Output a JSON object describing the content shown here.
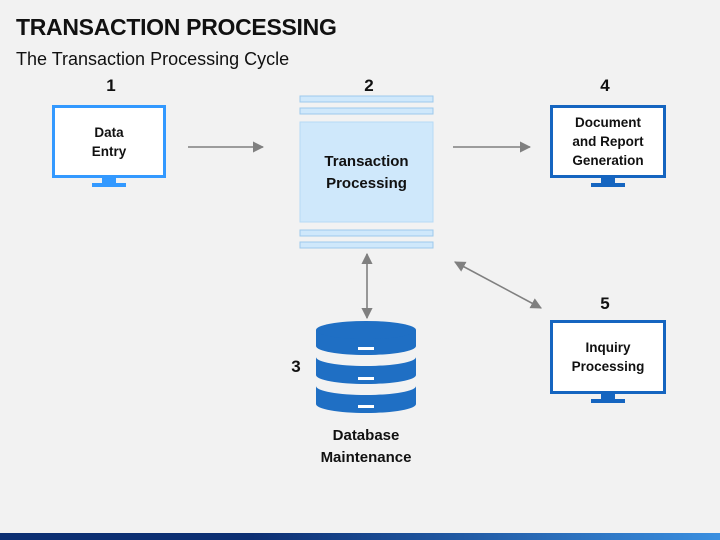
{
  "header": {
    "title": "TRANSACTION PROCESSING",
    "subtitle": "The Transaction Processing Cycle"
  },
  "nodes": {
    "data_entry": {
      "number": "1",
      "label": "Data Entry",
      "color": "#3399ff"
    },
    "transaction_processing": {
      "number": "2",
      "label": "Transaction Processing",
      "color": "#cfe8fb"
    },
    "database_maintenance": {
      "number": "3",
      "label": "Database Maintenance",
      "color": "#1f6fc4"
    },
    "document_report": {
      "number": "4",
      "label": "Document and Report Generation",
      "color": "#1565c0"
    },
    "inquiry_processing": {
      "number": "5",
      "label": "Inquiry Processing",
      "color": "#1565c0"
    }
  },
  "connectors": [
    {
      "from": "data_entry",
      "to": "transaction_processing",
      "direction": "one-way"
    },
    {
      "from": "transaction_processing",
      "to": "document_report",
      "direction": "one-way"
    },
    {
      "from": "transaction_processing",
      "to": "database_maintenance",
      "direction": "two-way"
    },
    {
      "from": "transaction_processing",
      "to": "inquiry_processing",
      "direction": "two-way"
    }
  ],
  "colors": {
    "arrow": "#808080",
    "footer_dark": "#0d2f73",
    "footer_light": "#3a8fe0"
  }
}
